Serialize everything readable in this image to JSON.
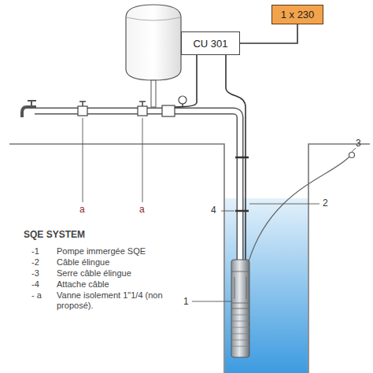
{
  "diagram": {
    "title": "SQE SYSTEM",
    "nodes": [
      {
        "text": [
          "CU 301"
        ]
      },
      {
        "text": [
          "1 x 230"
        ]
      }
    ],
    "edges": [
      {
        "from": 0,
        "to": 1,
        "arrow": "none"
      }
    ],
    "labels": [
      "1",
      "2",
      "3",
      "4",
      "a",
      "a",
      "-1",
      "Pompe immergée SQE",
      "-2",
      "Câble élingue",
      "-3",
      "Serre câble élingue",
      "-4",
      "Attache câble",
      "- a",
      "Vanne isolement 1\"1/4 (non proposé)."
    ]
  }
}
